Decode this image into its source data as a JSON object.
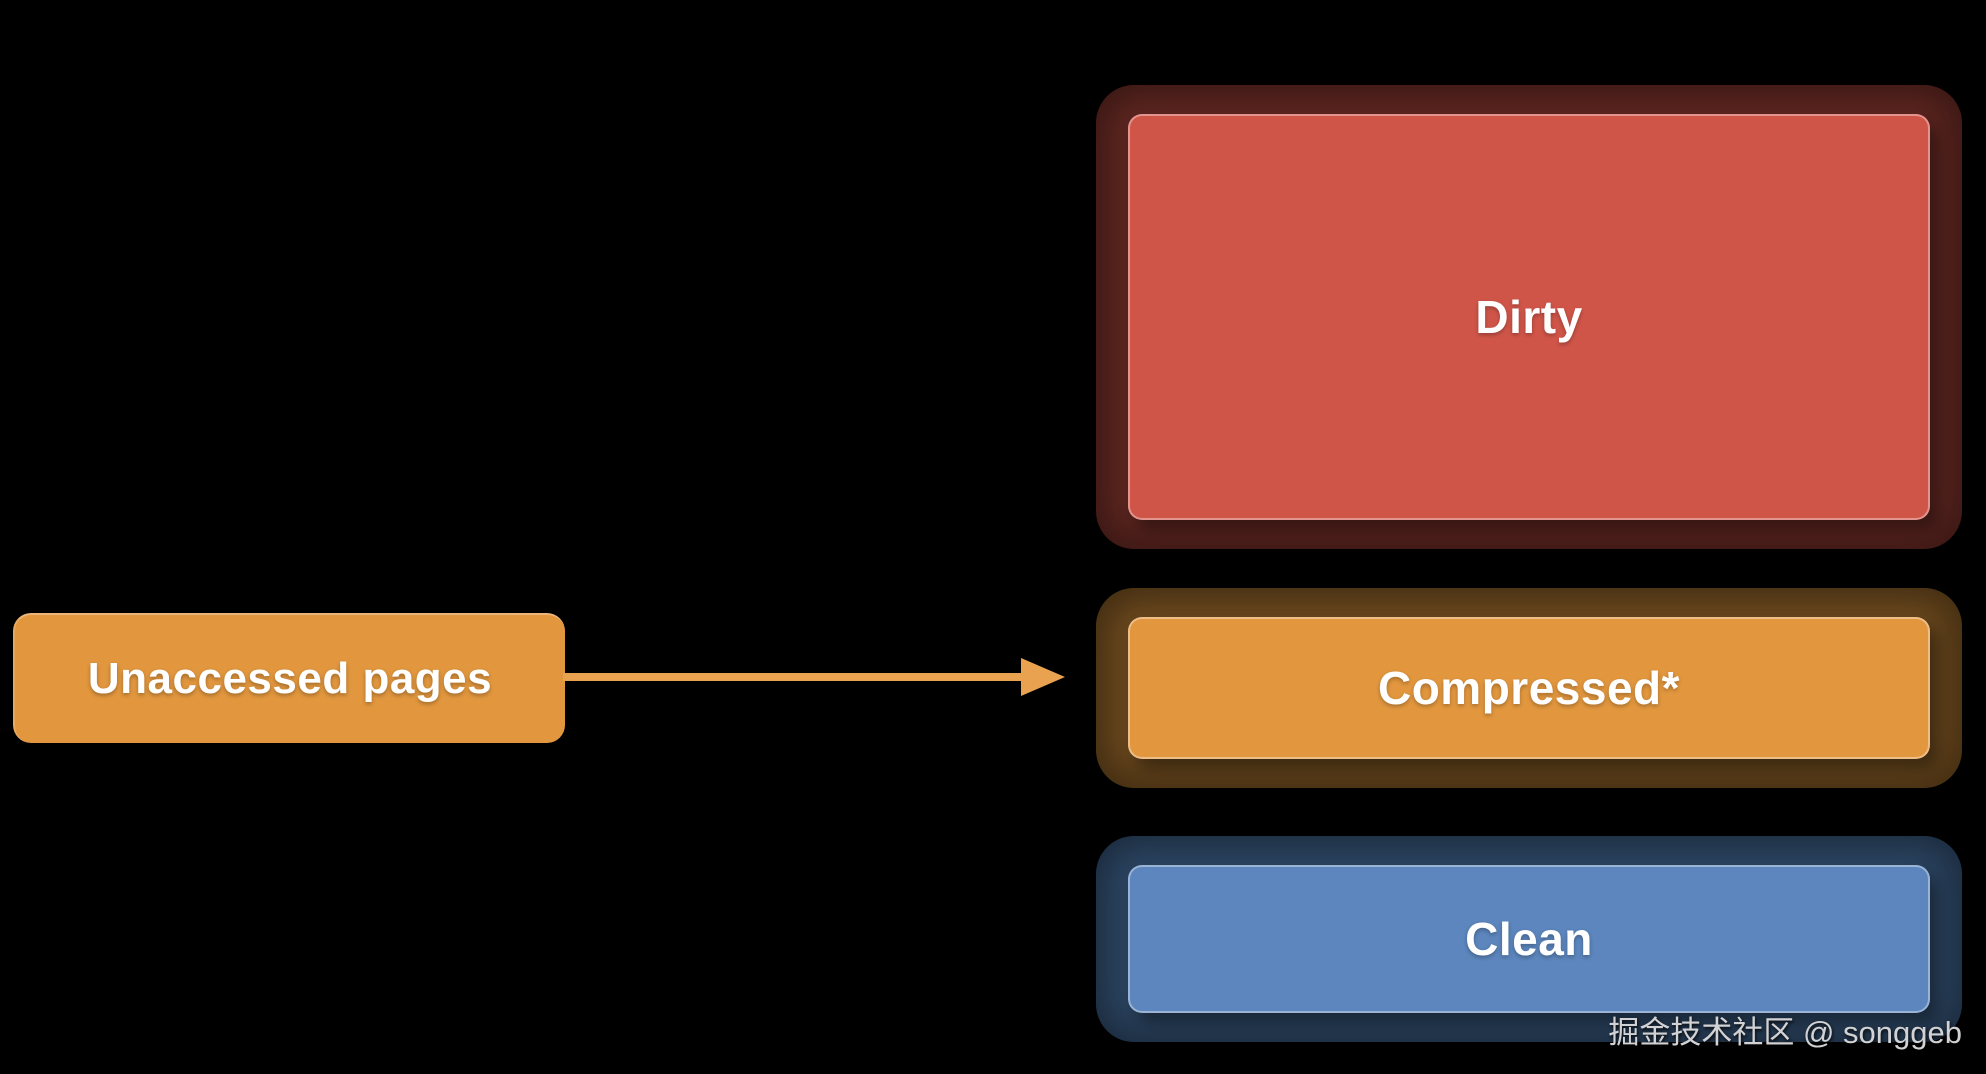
{
  "canvas": {
    "background": "#000000"
  },
  "source_node": {
    "label": "Unaccessed pages",
    "fill": "#e2973e",
    "text_color": "#ffffff"
  },
  "arrow": {
    "from": "unaccessed-pages",
    "to": "compressed",
    "color": "#e9a24f"
  },
  "regions": [
    {
      "id": "dirty",
      "label": "Dirty",
      "fill": "#d05549",
      "halo": "#602721",
      "text_color": "#ffffff"
    },
    {
      "id": "compressed",
      "label": "Compressed*",
      "fill": "#e2973e",
      "halo": "#6d4a1e",
      "text_color": "#ffffff"
    },
    {
      "id": "clean",
      "label": "Clean",
      "fill": "#5c86bd",
      "halo": "#2d4765",
      "text_color": "#ffffff"
    }
  ],
  "watermark": {
    "text": "掘金技术社区 @ songgeb",
    "color": "#d2d2d4"
  }
}
